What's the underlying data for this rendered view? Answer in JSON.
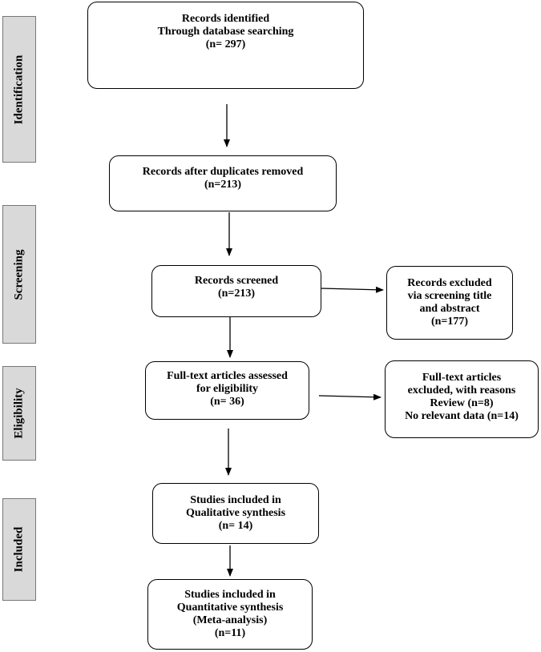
{
  "stages": {
    "identification": "Identification",
    "screening": "Screening",
    "eligibility": "Eligibility",
    "included": "Included"
  },
  "boxes": {
    "identified": {
      "line1": "Records identified",
      "line2": "Through database searching",
      "line3": "(n= 297)"
    },
    "deduplicated": {
      "line1": "Records after duplicates removed",
      "line2": "(n=213)"
    },
    "screened": {
      "line1": "Records screened",
      "line2": "(n=213)"
    },
    "excluded_screening": {
      "line1": "Records excluded",
      "line2": "via screening title",
      "line3": "and abstract",
      "line4": "(n=177)"
    },
    "fulltext_assessed": {
      "line1": "Full-text articles assessed",
      "line2": "for eligibility",
      "line3": "(n= 36)"
    },
    "fulltext_excluded": {
      "line1": "Full-text articles",
      "line2": "excluded, with reasons",
      "line3": "Review (n=8)",
      "line4": "No relevant data (n=14)"
    },
    "qualitative": {
      "line1": "Studies included in",
      "line2": "Qualitative synthesis",
      "line3": "(n= 14)"
    },
    "quantitative": {
      "line1": "Studies included in",
      "line2": "Quantitative synthesis",
      "line3": "(Meta-analysis)",
      "line4": "(n=11)"
    }
  },
  "colors": {
    "stage_fill": "#d9d9d9",
    "stroke": "#000000"
  }
}
